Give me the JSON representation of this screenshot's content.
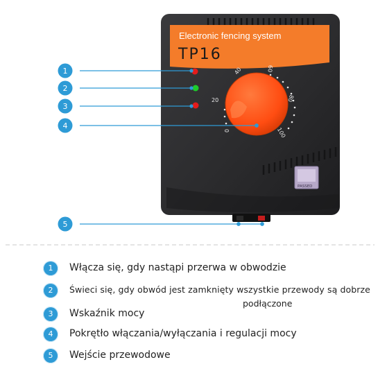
{
  "device": {
    "header_line1": "Electronic fencing system",
    "model": "TP16",
    "body_color": "#2c2c2e",
    "header_color": "#f47c2a",
    "knob_color": "#ff5a1f",
    "led_red": "#e31b1b",
    "led_green": "#1ecb2b",
    "dial_labels": [
      "20",
      "40",
      "60",
      "80",
      "100",
      "0"
    ],
    "sticker_text": "PASSED"
  },
  "callouts": [
    "1",
    "2",
    "3",
    "4",
    "5"
  ],
  "callout_color": "#2e9bd6",
  "legend": {
    "items": [
      {
        "num": "1",
        "text": "Włącza się, gdy nastąpi przerwa w obwodzie"
      },
      {
        "num": "2",
        "text": "Świeci się, gdy obwód jest zamknięty wszystkie przewody są dobrze",
        "text_line2": "podłączone"
      },
      {
        "num": "3",
        "text": "Wskaźnik mocy"
      },
      {
        "num": "4",
        "text": "Pokrętło włączania/wyłączania i regulacji mocy"
      },
      {
        "num": "5",
        "text": "Wejście przewodowe"
      }
    ]
  }
}
